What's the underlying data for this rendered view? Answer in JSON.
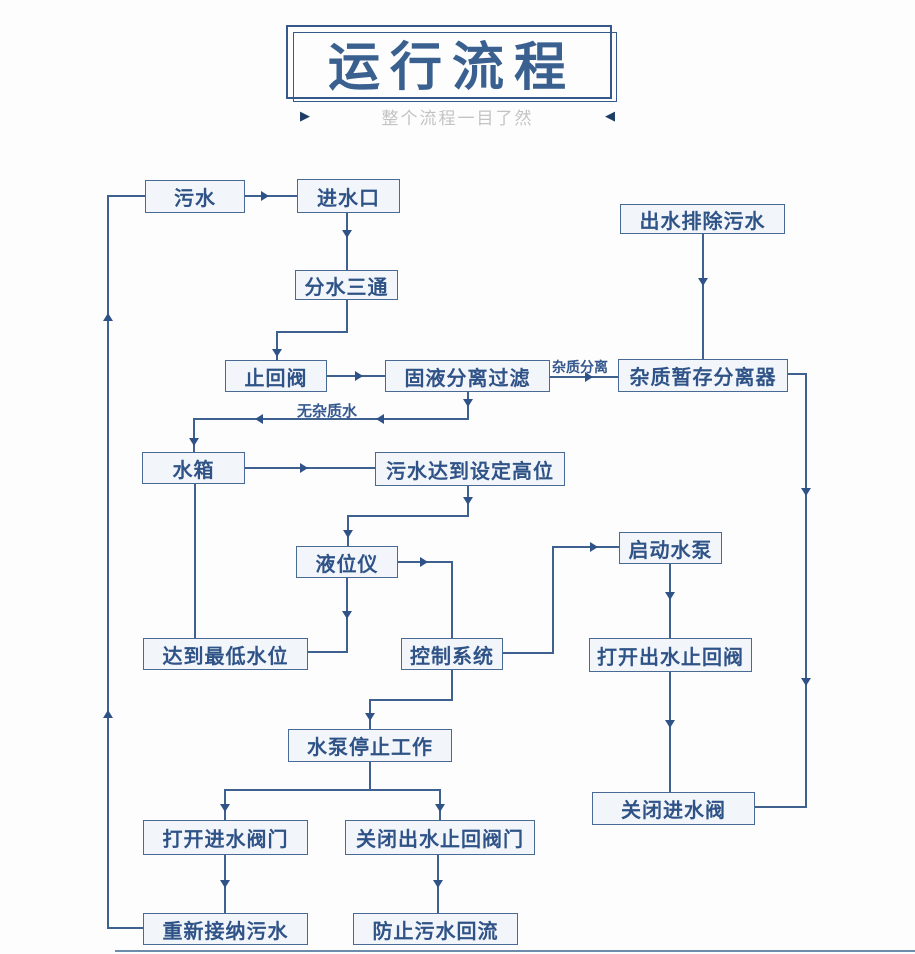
{
  "header": {
    "title": "运行流程",
    "subtitle": "整个流程一目了然",
    "marker_left": "▶",
    "marker_right": "◀"
  },
  "colors": {
    "accent_blue": "#3a608f",
    "box_border": "#4a6a96",
    "box_fill": "#f2f5fa",
    "line": "#3f618f",
    "box_text": "#2f5387",
    "subtitle_gray": "#c3c3c3"
  },
  "flowchart": {
    "nodes": {
      "sewage": {
        "label": "污水"
      },
      "water_inlet": {
        "label": "进水口"
      },
      "tee": {
        "label": "分水三通"
      },
      "check_valve": {
        "label": "止回阀"
      },
      "filter": {
        "label": "固液分离过滤"
      },
      "outlet_discharge": {
        "label": "出水排除污水"
      },
      "impurity_separator": {
        "label": "杂质暂存分离器"
      },
      "water_tank": {
        "label": "水箱"
      },
      "high_level": {
        "label": "污水达到设定高位"
      },
      "level_gauge": {
        "label": "液位仪"
      },
      "low_level": {
        "label": "达到最低水位"
      },
      "control_system": {
        "label": "控制系统"
      },
      "start_pump": {
        "label": "启动水泵"
      },
      "open_outlet_check_valve": {
        "label": "打开出水止回阀"
      },
      "pump_stop": {
        "label": "水泵停止工作"
      },
      "open_inlet_valve": {
        "label": "打开进水阀门"
      },
      "close_outlet_check_valve": {
        "label": "关闭出水止回阀门"
      },
      "close_inlet_valve": {
        "label": "关闭进水阀"
      },
      "reaccept_sewage": {
        "label": "重新接纳污水"
      },
      "prevent_backflow": {
        "label": "防止污水回流"
      }
    },
    "edge_labels": {
      "impurity_separation": "杂质分离",
      "impurity_free_water": "无杂质水"
    }
  }
}
